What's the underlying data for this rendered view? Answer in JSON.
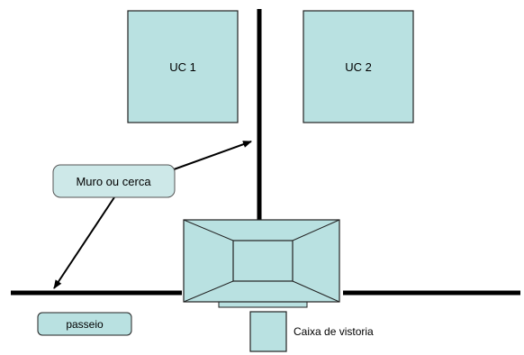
{
  "labels": {
    "uc1": "UC 1",
    "uc2": "UC 2",
    "callout": "Muro ou cerca",
    "sidewalk": "passeio",
    "inspection_box": "Caixa de vistoria"
  },
  "colors": {
    "box_fill": "#b9e1e1",
    "callout_fill": "#cde8e8",
    "stroke": "#000000",
    "box_border": "#222222"
  }
}
